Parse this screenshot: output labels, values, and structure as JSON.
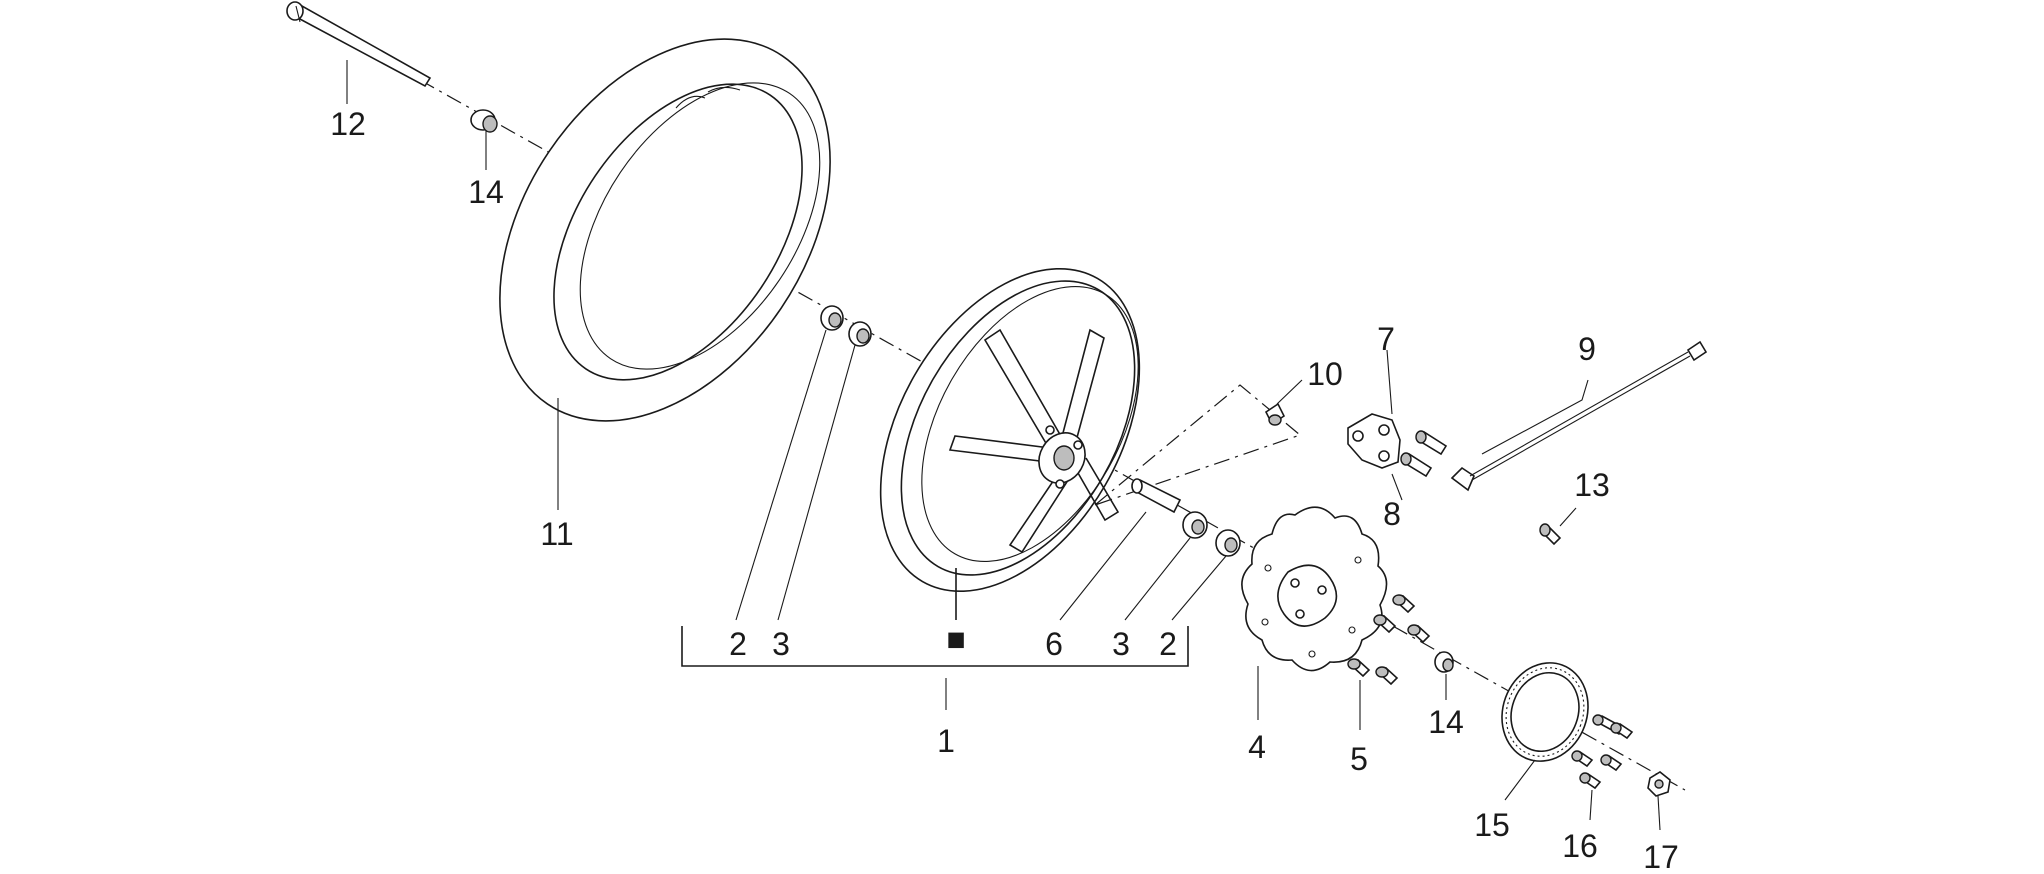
{
  "callouts": [
    {
      "id": "c12",
      "label": "12"
    },
    {
      "id": "c14a",
      "label": "14"
    },
    {
      "id": "c11",
      "label": "11"
    },
    {
      "id": "c2a",
      "label": "2"
    },
    {
      "id": "c3a",
      "label": "3"
    },
    {
      "id": "c6",
      "label": "6"
    },
    {
      "id": "c3b",
      "label": "3"
    },
    {
      "id": "c2b",
      "label": "2"
    },
    {
      "id": "c1",
      "label": "1"
    },
    {
      "id": "c10",
      "label": "10"
    },
    {
      "id": "c7",
      "label": "7"
    },
    {
      "id": "c9",
      "label": "9"
    },
    {
      "id": "c8",
      "label": "8"
    },
    {
      "id": "c13",
      "label": "13"
    },
    {
      "id": "c4",
      "label": "4"
    },
    {
      "id": "c5",
      "label": "5"
    },
    {
      "id": "c14b",
      "label": "14"
    },
    {
      "id": "c15",
      "label": "15"
    },
    {
      "id": "c16",
      "label": "16"
    },
    {
      "id": "c17",
      "label": "17"
    }
  ],
  "assembly_marker": "■"
}
